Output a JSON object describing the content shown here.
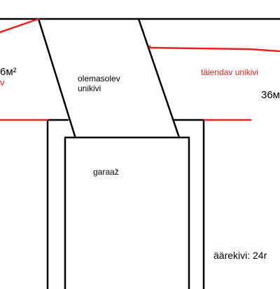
{
  "labels": {
    "existing_paving": {
      "line1": "olemasolev",
      "line2": "unikivi"
    },
    "garage": "garaaž",
    "additional_paving": "täiendav unikivi",
    "area_right": "36м",
    "area_left": "6м²",
    "left_partial": "v",
    "curb": "äärekivi: 24r"
  },
  "colors": {
    "outline": "#000000",
    "red_line": "#e8211f",
    "background": "#ffffff"
  }
}
